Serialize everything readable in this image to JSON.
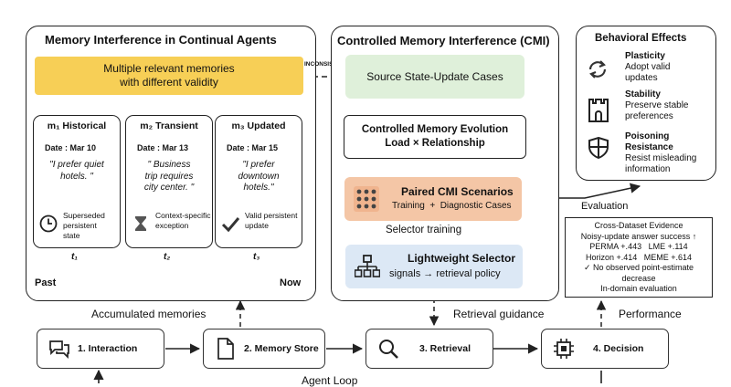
{
  "left_panel": {
    "title": "Memory Interference in Continual Agents",
    "conflict": "Multiple relevant memories\nwith different validity",
    "memories": [
      {
        "title": "m₁ Historical",
        "date": "Date : Mar 10",
        "quote": "\"I prefer quiet\nhotels. \"",
        "note": "Superseded\npersistent\nstate",
        "icon": "clock-icon"
      },
      {
        "title": "m₂ Transient",
        "date": "Date : Mar 13",
        "quote": "\" Business\ntrip requires\ncity center. \"",
        "note": "Context-specific\nexception",
        "icon": "hourglass-icon"
      },
      {
        "title": "m₃ Updated",
        "date": "Date : Mar 15",
        "quote": "\"I prefer\ndowntown\nhotels.\"",
        "note": "Valid persistent\nupdate",
        "icon": "check-icon"
      }
    ],
    "ticks": [
      "t₁",
      "t₂",
      "t₃"
    ],
    "past": "Past",
    "now": "Now"
  },
  "inconsistent_label": "INCONSISTENT",
  "middle_panel": {
    "title": "Controlled Memory Interference (CMI)",
    "source": "Source State-Update Cases",
    "evolution_title": "Controlled Memory Evolution",
    "evolution_sub": "Load × Relationship",
    "paired_title": "Paired CMI Scenarios",
    "paired_sub": "Training  +  Diagnostic Cases",
    "selector_training": "Selector training",
    "selector_title": "Lightweight Selector",
    "selector_sub": "signals → retrieval policy"
  },
  "right_panel": {
    "title": "Behavioral Effects",
    "items": [
      {
        "title": "Plasticity",
        "desc": "Adopt valid\nupdates",
        "icon": "refresh-icon"
      },
      {
        "title": "Stability",
        "desc": "Preserve stable\npreferences",
        "icon": "tower-icon"
      },
      {
        "title": "Poisoning\nResistance",
        "desc": "Resist misleading\ninformation",
        "icon": "shield-icon"
      }
    ]
  },
  "evaluation_label": "Evaluation",
  "evidence": {
    "title": "Cross-Dataset Evidence",
    "line1": "Noisy-update answer success ↑",
    "line2": "PERMA +.443   LME +.114",
    "line3": "Horizon +.414   MEME +.614",
    "line4": "✓ No observed point-estimate",
    "line5": "decrease",
    "line6": "In-domain evaluation"
  },
  "performance_label": "Performance",
  "accumulated_label": "Accumulated memories",
  "retrieval_guidance_label": "Retrieval guidance",
  "agent_loop_label": "Agent Loop",
  "loop": [
    {
      "label": "1. Interaction",
      "icon": "chat-icon"
    },
    {
      "label": "2. Memory Store",
      "icon": "document-icon"
    },
    {
      "label": "3. Retrieval",
      "icon": "magnifier-icon"
    },
    {
      "label": "4. Decision",
      "icon": "chip-icon"
    }
  ],
  "colors": {
    "conflict": "#f7cf56",
    "source": "#dff0da",
    "paired": "#f4c6a6",
    "selector": "#dce8f5"
  }
}
